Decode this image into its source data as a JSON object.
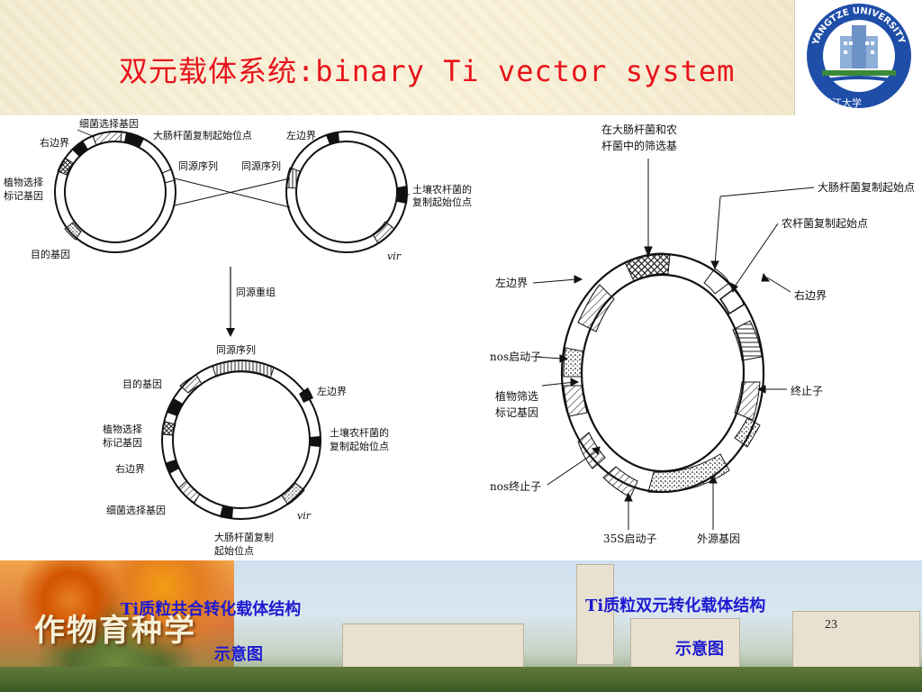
{
  "header": {
    "title": "双元载体系统:binary Ti  vector  system",
    "title_color": "#e8141b"
  },
  "logo": {
    "text": "YANGTZE UNIVERSITY",
    "seal_text": "长江大学"
  },
  "left_figure": {
    "circle_a": {
      "labels": {
        "bacteria_marker": "细菌选择基因",
        "ecoli_origin": "大肠杆菌复制起始位点",
        "right_border": "右边界",
        "plant_marker_1": "植物选择",
        "plant_marker_2": "标记基因",
        "target_gene": "目的基因",
        "homolog": "同源序列"
      }
    },
    "circle_b": {
      "labels": {
        "left_border": "左边界",
        "homolog": "同源序列",
        "agro_origin_1": "土壤农杆菌的",
        "agro_origin_2": "复制起始位点",
        "vir": "vir"
      }
    },
    "arrow_label": "同源重组",
    "circle_c": {
      "labels": {
        "homolog": "同源序列",
        "target_gene": "目的基因",
        "left_border": "左边界",
        "plant_marker_1": "植物选择",
        "plant_marker_2": "标记基因",
        "agro_origin_1": "土壤农杆菌的",
        "agro_origin_2": "复制起始位点",
        "right_border": "右边界",
        "bacteria_marker": "细菌选择基因",
        "vir": "vir",
        "ecoli_origin_1": "大肠杆菌复制",
        "ecoli_origin_2": "起始位点"
      }
    }
  },
  "right_figure": {
    "labels": {
      "dual_marker_1": "在大肠杆菌和农",
      "dual_marker_2": "杆菌中的筛选基",
      "ecoli_origin": "大肠杆菌复制起始点",
      "agro_origin": "农杆菌复制起始点",
      "left_border": "左边界",
      "right_border": "右边界",
      "nos_promoter": "nos启动子",
      "terminator": "终止子",
      "plant_marker_1": "植物筛选",
      "plant_marker_2": "标记基因",
      "nos_terminator": "nos终止子",
      "promoter_35s": "35S启动子",
      "foreign_gene": "外源基因"
    }
  },
  "footer": {
    "brand": "作物育种学",
    "caption_left_1": "Ti质粒共合转化载体结构",
    "caption_left_2": "示意图",
    "caption_right_1": "Ti质粒双元转化载体结构",
    "caption_right_2": "示意图",
    "caption_color": "#1d1bd0",
    "page_number": "23"
  }
}
